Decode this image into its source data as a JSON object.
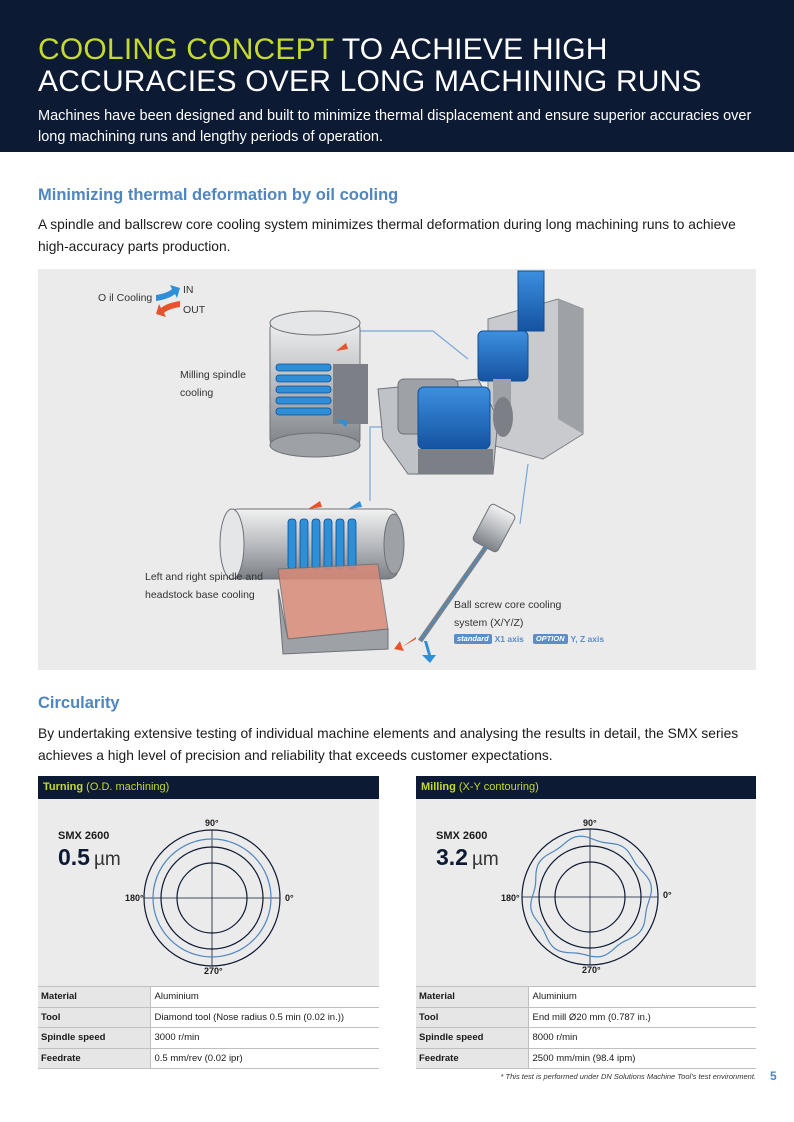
{
  "header": {
    "title_accent": "COOLING CONCEPT",
    "title_rest": " TO ACHIEVE HIGH ACCURACIES OVER LONG MACHINING RUNS",
    "intro": "Machines have been designed and built to minimize thermal displacement and ensure superior accuracies over long machining runs and lengthy periods of operation."
  },
  "section1": {
    "title": "Minimizing thermal deformation by oil cooling",
    "body": "A spindle and ballscrew core cooling system minimizes thermal deformation during long machining runs to achieve high-accuracy parts production."
  },
  "diagram": {
    "oil_cooling": "O il Cooling",
    "in": "IN",
    "out": "OUT",
    "milling_spindle_1": "Milling spindle",
    "milling_spindle_2": "cooling",
    "headstock_1": "Left and right spindle and",
    "headstock_2": "headstock base cooling",
    "ballscrew_1": "Ball screw core cooling",
    "ballscrew_2": "system (X/Y/Z)",
    "tag_standard": "standard",
    "tag_standard_text": "X1 axis",
    "tag_option": "OPTION",
    "tag_option_text": "Y, Z axis",
    "colors": {
      "in_arrow": "#2f8fd6",
      "out_arrow": "#e5542b",
      "machine_blue": "#1f6fc2"
    }
  },
  "section2": {
    "title": "Circularity",
    "body": "By undertaking extensive testing of individual machine elements and analysing the results in detail, the SMX series achieves a high level of precision and reliability that exceeds customer expectations."
  },
  "turning": {
    "head_hl": "Turning",
    "head_sub": " (O.D. machining)",
    "model": "SMX 2600",
    "value": "0.5",
    "unit": "µm",
    "deg_90": "90°",
    "deg_180": "180°",
    "deg_0": "0°",
    "deg_270": "270°",
    "specs": [
      {
        "k": "Material",
        "v": "Aluminium"
      },
      {
        "k": "Tool",
        "v": "Diamond tool (Nose radius 0.5 min (0.02 in.))"
      },
      {
        "k": "Spindle speed",
        "v": "3000 r/min"
      },
      {
        "k": "Feedrate",
        "v": "0.5 mm/rev (0.02 ipr)"
      }
    ]
  },
  "milling": {
    "head_hl": "Milling",
    "head_sub": " (X-Y contouring)",
    "model": "SMX 2600",
    "value": "3.2",
    "unit": "µm",
    "deg_90": "90°",
    "deg_180": "180°",
    "deg_0": "0°",
    "deg_270": "270°",
    "specs": [
      {
        "k": "Material",
        "v": "Aluminium"
      },
      {
        "k": "Tool",
        "v": "End mill Ø20 mm (0.787 in.)"
      },
      {
        "k": "Spindle speed",
        "v": "8000 r/min"
      },
      {
        "k": "Feedrate",
        "v": "2500 mm/min (98.4 ipm)"
      }
    ]
  },
  "footnote": "* This test is performed under DN Solutions Machine Tool's test environment.",
  "page_number": "5"
}
